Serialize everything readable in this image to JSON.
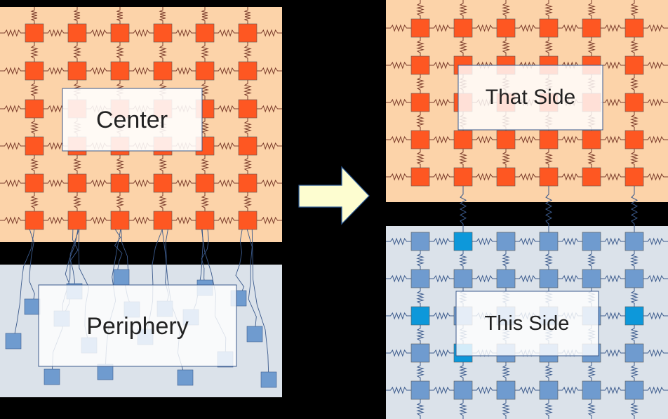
{
  "labels": {
    "center": "Center",
    "periphery": "Periphery",
    "that_side": "That Side",
    "this_side": "This Side"
  },
  "colors": {
    "orange_panel": "#fcd3a9",
    "blue_panel": "#dbe2ea",
    "orange_node": "#fe5722",
    "blue_node": "#6f9bcf",
    "highlight_node": "#0d98da",
    "spring": "#7a3b2a",
    "spring_blue": "#3b5a8c",
    "arrow_fill": "#fdfdd0",
    "arrow_stroke": "#2f5d9a",
    "label_box": "#ffffff"
  }
}
